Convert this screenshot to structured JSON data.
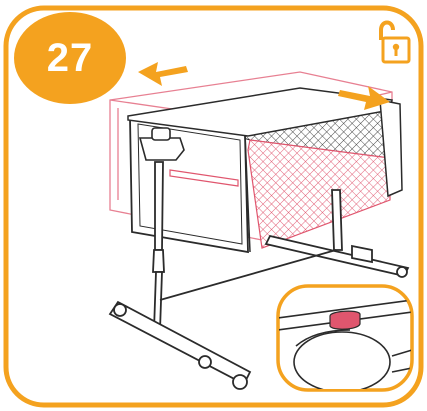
{
  "step": {
    "number": "27"
  },
  "icons": {
    "status_icon": "unlocked-padlock-icon",
    "left_arrow": "arrow-left-icon",
    "right_arrow": "arrow-right-icon",
    "detail_callout": "detail-magnifier-inset",
    "release_button": "release-button-highlight"
  },
  "colors": {
    "accent": "#f4a21f",
    "arrow": "#f4a21f",
    "highlight": "#e0566e",
    "line": "#2b2b2b",
    "mesh": "#3a3a3a"
  }
}
